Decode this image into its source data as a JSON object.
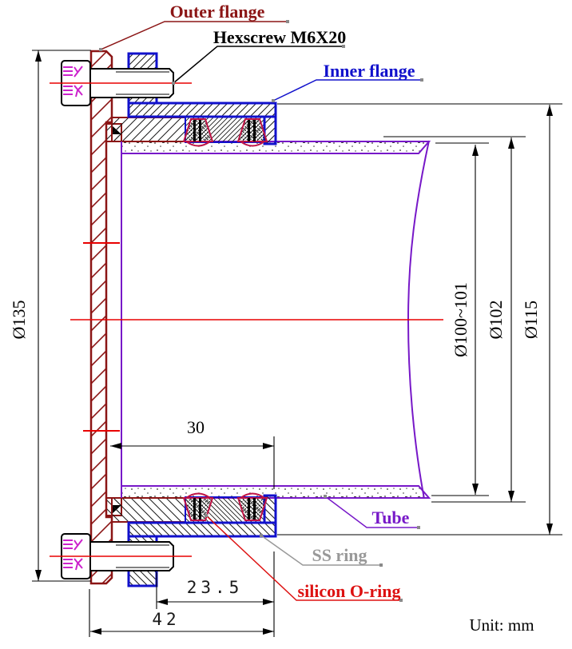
{
  "labels": {
    "outer_flange": "Outer flange",
    "hexscrew": "Hexscrew M6X20",
    "inner_flange": "Inner flange",
    "tube": "Tube",
    "ss_ring": "SS ring",
    "silicon_oring": "silicon O-ring"
  },
  "dimensions": {
    "flange_outer_diameter": "Ø135",
    "tube_inner_diameter": "Ø100~101",
    "tube_outer_diameter": "Ø102",
    "bore_diameter": "Ø115",
    "engagement_depth": "30",
    "oring_offset": "23.5",
    "overall_depth": "42"
  },
  "note": {
    "unit": "Unit: mm"
  },
  "colors": {
    "outer_flange": "#8b1515",
    "inner_flange": "#1111cc",
    "tube": "#7718c8",
    "oring": "#c01345",
    "ss_ring": "#999999",
    "silicon_label": "#dd1111",
    "hexscrew_label": "#000000",
    "centerline": "#e80000",
    "hidden_line": "#cc22cc",
    "dimension": "#000000"
  }
}
